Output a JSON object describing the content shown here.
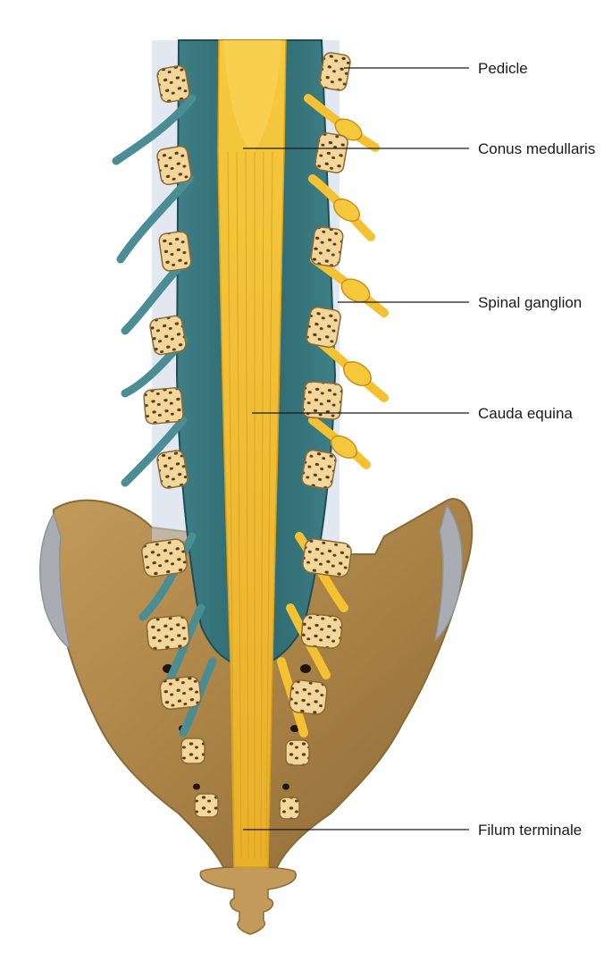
{
  "labels": {
    "pedicle": "Pedicle",
    "conus_medullaris": "Conus medullaris",
    "spinal_ganglion": "Spinal ganglion",
    "cauda_equina": "Cauda equina",
    "filum_terminale": "Filum terminale"
  },
  "colors": {
    "sacrum": "#b08a4c",
    "sacrum_dark": "#8a6a35",
    "ilium_cartilage": "#a9adb3",
    "dura": "#2f6e75",
    "dura_light": "#5e9aa0",
    "nerve": "#f3c132",
    "nerve_dark": "#d79f1b",
    "bone": "#f3d79a",
    "bone_dark": "#5a3a1c",
    "ligament": "#c9d6e6"
  }
}
